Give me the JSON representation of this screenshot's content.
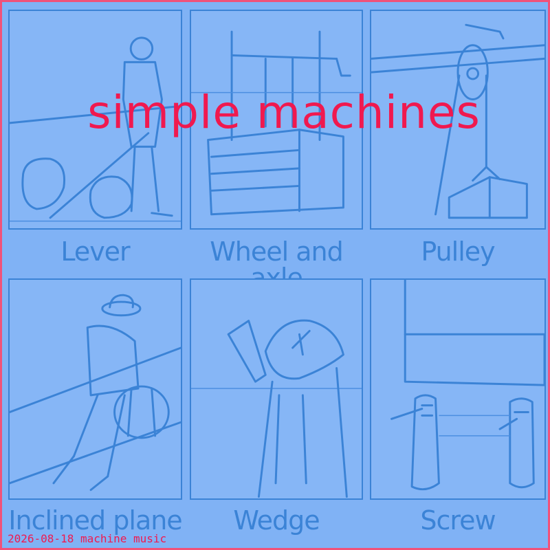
{
  "title": "simple machines",
  "footer": "2026-08-18 machine music",
  "panels": [
    {
      "caption": "Lever",
      "icon": "lever-illustration"
    },
    {
      "caption": "Wheel and axle",
      "icon": "wheel-and-axle-illustration"
    },
    {
      "caption": "Pulley",
      "icon": "pulley-illustration"
    },
    {
      "caption": "Inclined plane",
      "icon": "inclined-plane-illustration"
    },
    {
      "caption": "Wedge",
      "icon": "wedge-illustration"
    },
    {
      "caption": "Screw",
      "icon": "screw-illustration"
    }
  ],
  "colors": {
    "background": "#80b2f5",
    "ink": "#3b83d6",
    "title": "#f0194f",
    "border": "#f0527a"
  }
}
